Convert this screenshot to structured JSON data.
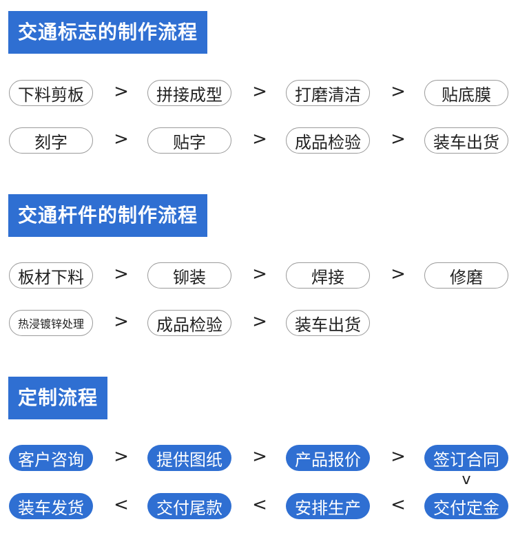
{
  "sections": [
    {
      "title": "交通标志的制作流程",
      "rows": [
        [
          "下料剪板",
          "拼接成型",
          "打磨清洁",
          "贴底膜"
        ],
        [
          "刻字",
          "贴字",
          "成品检验",
          "装车出货"
        ]
      ]
    },
    {
      "title": "交通杆件的制作流程",
      "rows": [
        [
          "板材下料",
          "铆装",
          "焊接",
          "修磨"
        ],
        [
          "热浸镀锌处理",
          "成品检验",
          "装车出货"
        ]
      ]
    },
    {
      "title": "定制流程",
      "rows": [
        [
          "客户咨询",
          "提供图纸",
          "产品报价",
          "签订合同"
        ],
        [
          "装车发货",
          "交付尾款",
          "安排生产",
          "交付定金"
        ]
      ]
    }
  ],
  "arrows": {
    "right": ">",
    "left": "<",
    "down": "v"
  }
}
